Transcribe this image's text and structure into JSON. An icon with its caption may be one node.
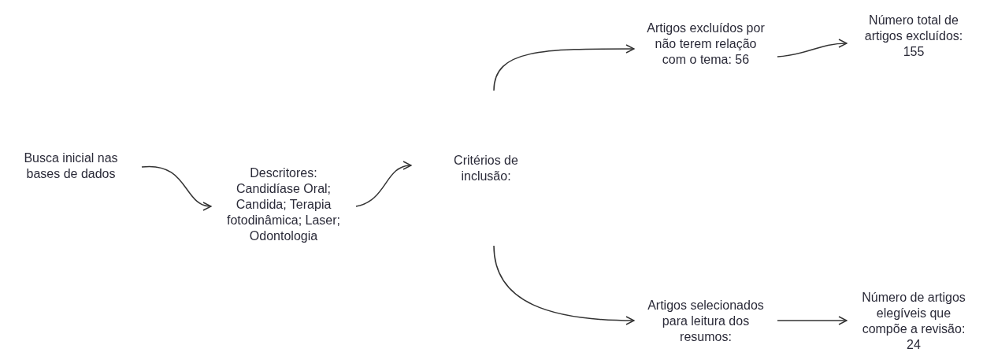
{
  "diagram": {
    "nodes": [
      {
        "text": [
          "Busca inicial nas bases de dados"
        ]
      },
      {
        "text": [
          "Descritores: Candidíase Oral; Candida; Terapia fotodinâmica; Laser; Odontologia"
        ]
      },
      {
        "text": [
          "Critérios de inclusão:"
        ]
      },
      {
        "text": [
          "Artigos excluídos por não terem relação com o tema: 56"
        ]
      },
      {
        "text": [
          "Número total de artigos excluídos: 155"
        ]
      },
      {
        "text": [
          "Artigos selecionados para leitura dos resumos:"
        ]
      },
      {
        "text": [
          "Número de artigos elegíveis que compõe a revisão: 24"
        ]
      }
    ],
    "edges": [
      {
        "from": 0,
        "to": 1,
        "arrow": "to"
      },
      {
        "from": 1,
        "to": 2,
        "arrow": "to"
      },
      {
        "from": 2,
        "to": 3,
        "arrow": "to"
      },
      {
        "from": 2,
        "to": 5,
        "arrow": "to"
      },
      {
        "from": 3,
        "to": 4,
        "arrow": "to"
      },
      {
        "from": 5,
        "to": 6,
        "arrow": "to"
      }
    ]
  }
}
